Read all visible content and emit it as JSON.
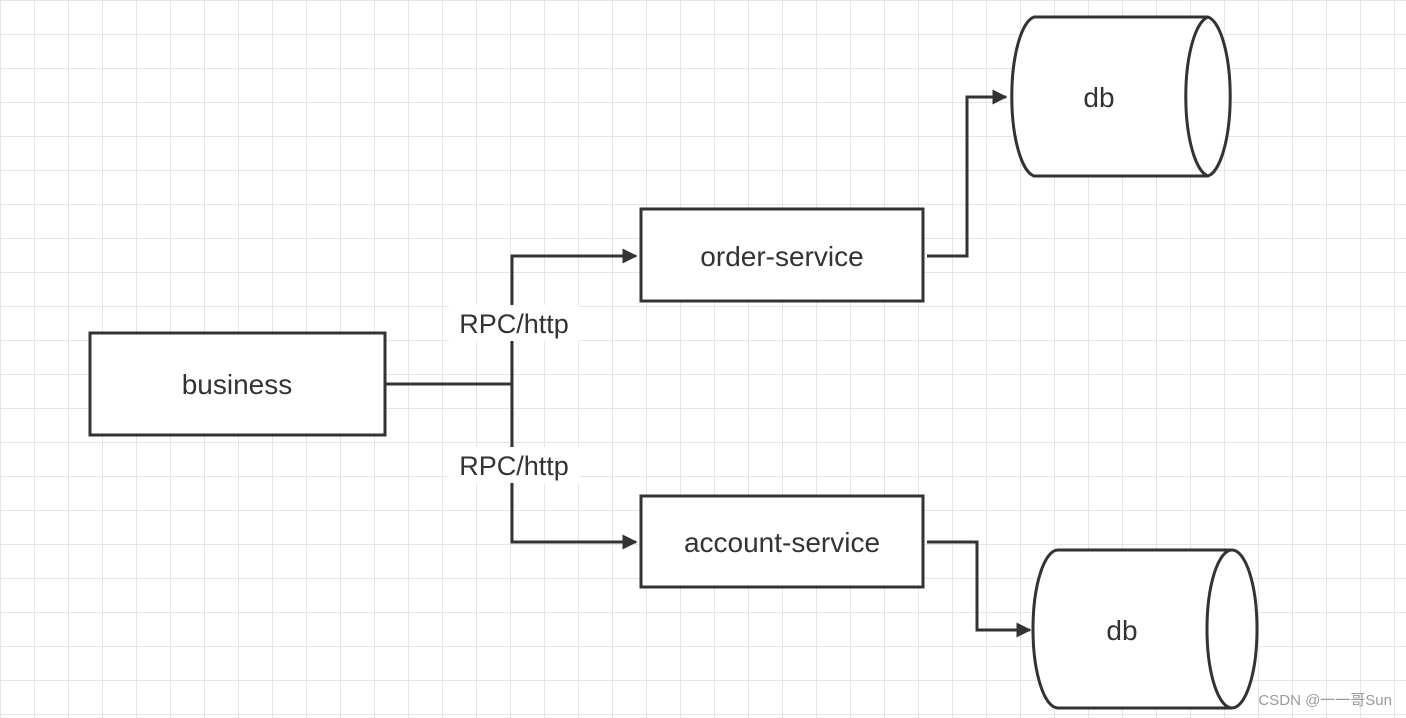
{
  "nodes": {
    "business": {
      "label": "business",
      "shape": "rectangle"
    },
    "order_service": {
      "label": "order-service",
      "shape": "rectangle"
    },
    "account_service": {
      "label": "account-service",
      "shape": "rectangle"
    },
    "db_top": {
      "label": "db",
      "shape": "cylinder"
    },
    "db_bottom": {
      "label": "db",
      "shape": "cylinder"
    }
  },
  "edges": [
    {
      "from": "business",
      "to": "order_service",
      "label": "RPC/http"
    },
    {
      "from": "business",
      "to": "account_service",
      "label": "RPC/http"
    },
    {
      "from": "order_service",
      "to": "db_top",
      "label": ""
    },
    {
      "from": "account_service",
      "to": "db_bottom",
      "label": ""
    }
  ],
  "colors": {
    "stroke": "#333333",
    "grid": "#e6e6e6",
    "background": "#ffffff"
  },
  "watermark": "CSDN @一一哥Sun"
}
